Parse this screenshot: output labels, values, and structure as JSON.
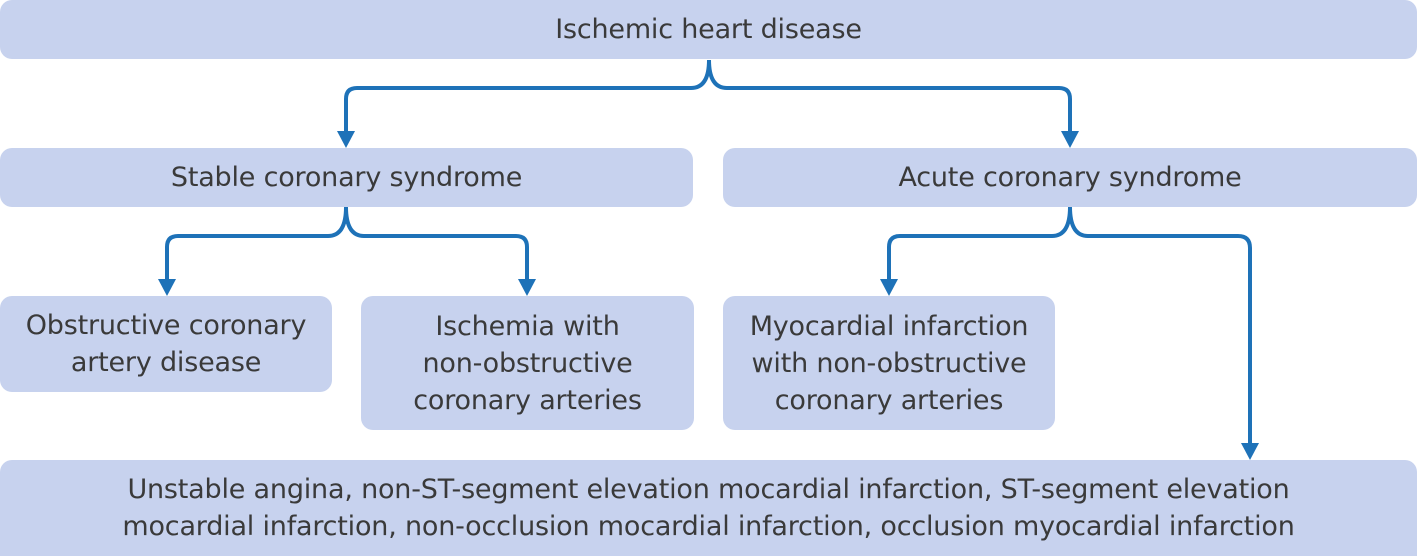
{
  "nodes": {
    "root": {
      "lines": [
        "Ischemic heart disease"
      ]
    },
    "stable": {
      "lines": [
        "Stable coronary syndrome"
      ]
    },
    "acute": {
      "lines": [
        "Acute coronary syndrome"
      ]
    },
    "obstructive": {
      "lines": [
        "Obstructive coronary",
        "artery disease"
      ]
    },
    "inoca": {
      "lines": [
        "Ischemia with",
        "non-obstructive",
        "coronary arteries"
      ]
    },
    "minoca": {
      "lines": [
        "Myocardial infarction",
        "with non-obstructive",
        "coronary arteries"
      ]
    },
    "acs_types": {
      "lines": [
        "Unstable angina, non-ST-segment elevation mocardial infarction, ST-segment elevation",
        "mocardial infarction, non-occlusion mocardial infarction, occlusion myocardial infarction"
      ]
    }
  },
  "edges": [
    {
      "from": "root",
      "to": "stable"
    },
    {
      "from": "root",
      "to": "acute"
    },
    {
      "from": "stable",
      "to": "obstructive"
    },
    {
      "from": "stable",
      "to": "inoca"
    },
    {
      "from": "acute",
      "to": "minoca"
    },
    {
      "from": "acute",
      "to": "acs_types"
    }
  ],
  "colors": {
    "box_fill": "#c7d2ee",
    "arrow": "#1e72b8",
    "text": "#3a3a3a"
  }
}
